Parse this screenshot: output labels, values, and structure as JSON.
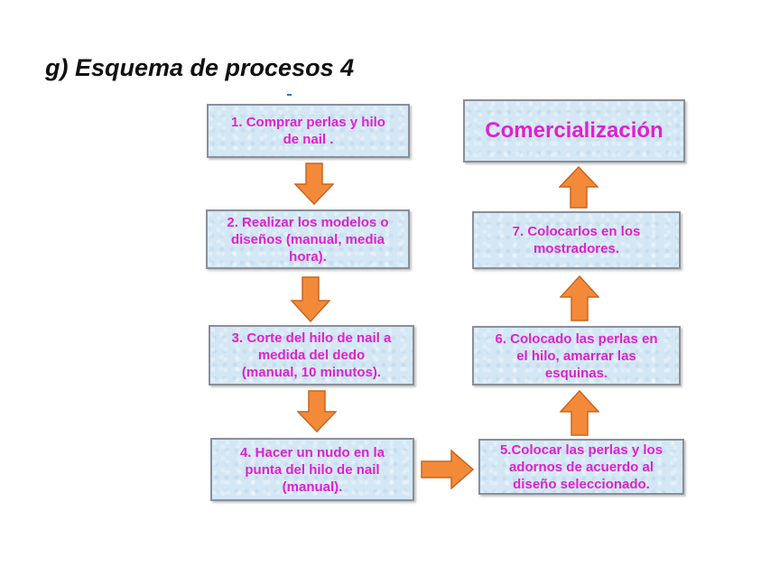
{
  "title": "g) Esquema de procesos 4",
  "colors": {
    "box_fill": "#d3e7f5",
    "box_border": "#8a8f99",
    "text": "#e020cf",
    "arrow_fill": "#f28a3a",
    "arrow_stroke": "#c9651f"
  },
  "steps": {
    "step1": "1. Comprar perlas y hilo\nde nail .",
    "step2": "2. Realizar los modelos o\ndiseños (manual, media\nhora).",
    "step3": "3. Corte del hilo de nail  a\nmedida del dedo\n(manual, 10 minutos).",
    "step4": "4. Hacer un nudo en la\npunta del hilo de nail\n(manual).",
    "step5": "5.Colocar las perlas y los\nadornos  de acuerdo al\ndiseño seleccionado.",
    "step6": "6. Colocado las perlas en\nel hilo, amarrar las\nesquinas.",
    "step7": "7.  Colocarlos en los\nmostradores.",
    "final": "Comercialización"
  },
  "arrows": {
    "a1": "down-arrow-icon",
    "a2": "down-arrow-icon",
    "a3": "down-arrow-icon",
    "a4": "right-arrow-icon",
    "a5": "up-arrow-icon",
    "a6": "up-arrow-icon",
    "a7": "up-arrow-icon"
  }
}
